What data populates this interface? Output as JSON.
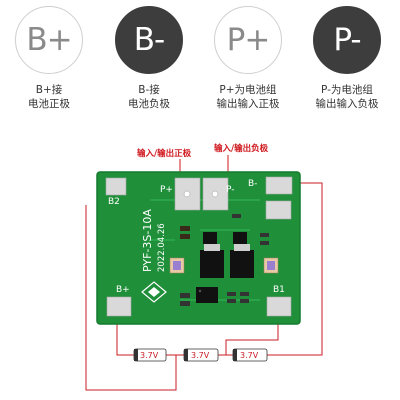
{
  "terminals": [
    {
      "symbol": "B+",
      "line1": "B+接",
      "line2": "电池正极",
      "style": "light"
    },
    {
      "symbol": "B-",
      "line1": "B-接",
      "line2": "电池负极",
      "style": "dark"
    },
    {
      "symbol": "P+",
      "line1": "P+为电池组",
      "line2": "输出输入正极",
      "style": "light"
    },
    {
      "symbol": "P-",
      "line1": "P-为电池组",
      "line2": "输出输入负极",
      "style": "dark"
    }
  ],
  "callouts": {
    "positive": "输入/输出正极",
    "negative": "输入/输出负极"
  },
  "board": {
    "model": "PYF-3S-10A",
    "date": "2022.04.26",
    "pads": {
      "b2": "B2",
      "b_minus": "B-",
      "b_plus": "B+",
      "b1": "B1",
      "p_plus": "P+",
      "p_minus": "P-"
    }
  },
  "cells": [
    "3.7V",
    "3.7V",
    "3.7V"
  ],
  "colors": {
    "pcb": "#1f8f3a",
    "pcb_edge": "#147a2f",
    "pad": "#d9d9d9",
    "wire": "#c81d25",
    "callout": "#d0181f"
  }
}
